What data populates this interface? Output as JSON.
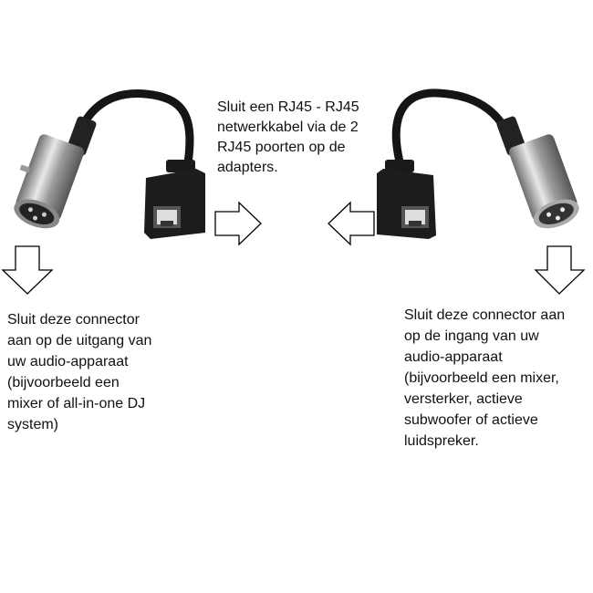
{
  "middle_note": {
    "lines": [
      "Sluit een RJ45 - RJ45",
      "netwerkkabel via de 2",
      "RJ45 poorten op de",
      "adapters."
    ]
  },
  "left_note": {
    "lines": [
      "Sluit deze connector",
      "aan op de uitgang van",
      "uw audio-apparaat",
      "(bijvoorbeeld een",
      "mixer of all-in-one DJ",
      "system)"
    ]
  },
  "right_note": {
    "lines": [
      "Sluit deze connector aan",
      "op de ingang van uw",
      "audio-apparaat",
      "(bijvoorbeeld een mixer,",
      "versterker, actieve",
      "subwoofer of actieve",
      "luidspreker."
    ]
  },
  "icons": {
    "left_connector": "xlr-female-connector",
    "right_connector": "xlr-male-connector",
    "left_jack": "rj45-jack",
    "right_jack": "rj45-jack",
    "arrows": [
      "arrow-down",
      "arrow-right",
      "arrow-left",
      "arrow-down"
    ]
  },
  "colors": {
    "text": "#111111",
    "cable": "#151515",
    "metal": "#b8b8b8",
    "arrow_stroke": "#000000"
  }
}
